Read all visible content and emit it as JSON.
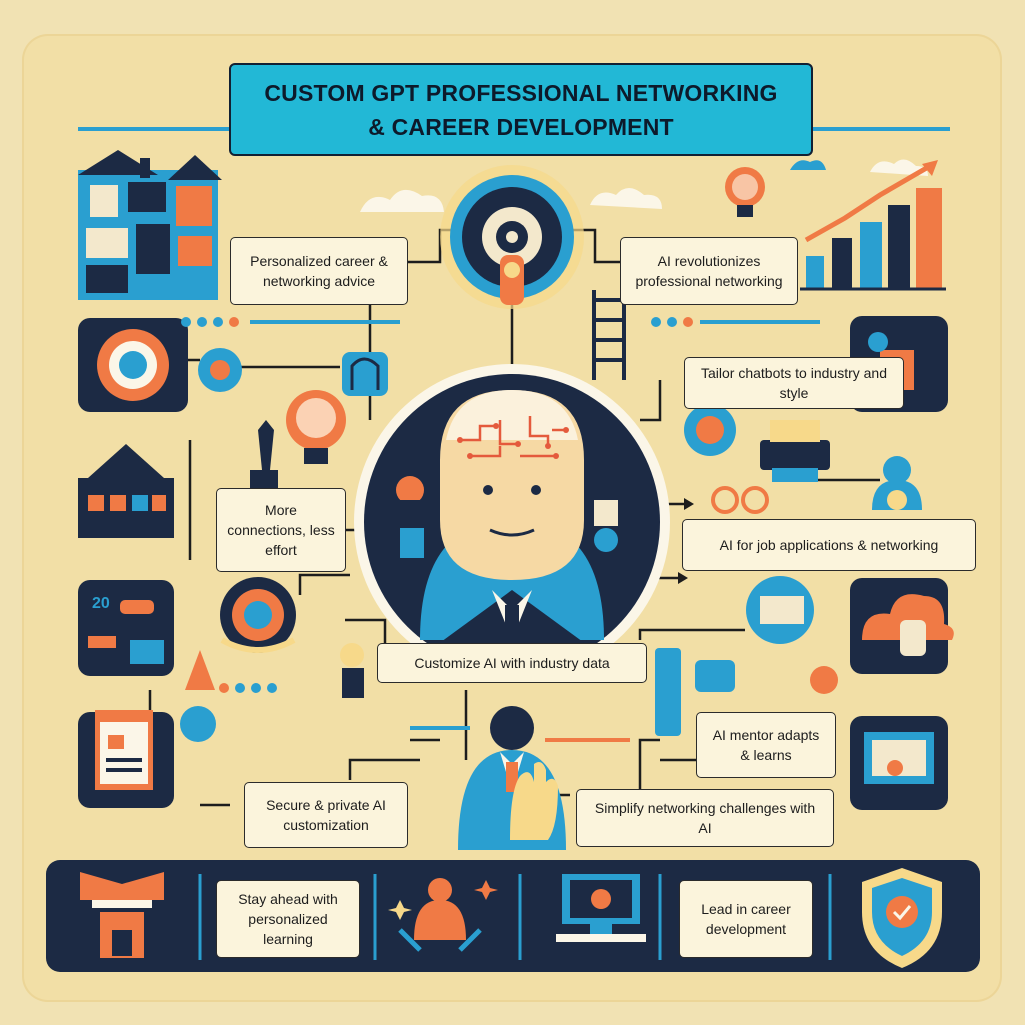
{
  "title": {
    "line1": "CUSTOM GPT PROFESSIONAL NETWORKING",
    "line2": "& CAREER DEVELOPMENT"
  },
  "notes": {
    "personalized": "Personalized career & networking advice",
    "revolutionizes": "AI revolutionizes professional networking",
    "tailor": "Tailor chatbots to industry and style",
    "more_connections": "More connections, less effort",
    "job_apps": "AI for job applications & networking",
    "customize": "Customize AI with industry data",
    "mentor": "AI mentor adapts & learns",
    "secure": "Secure & private AI customization",
    "simplify": "Simplify networking challenges with AI",
    "stay_ahead": "Stay ahead with personalized learning",
    "lead": "Lead in career development"
  },
  "colors": {
    "background": "#f2dfa6",
    "title_bar": "#22b8d6",
    "navy": "#1c2a44",
    "orange": "#f07a45",
    "blue": "#2a9fd0"
  },
  "icons": [
    "houses-icon",
    "gear-icon",
    "lightbulb-icon",
    "brain-head-icon",
    "bar-chart-icon",
    "ladder-icon",
    "person-icon",
    "handshake-icon",
    "document-icon",
    "shield-icon",
    "monitor-icon",
    "cloud-icon",
    "target-icon"
  ]
}
